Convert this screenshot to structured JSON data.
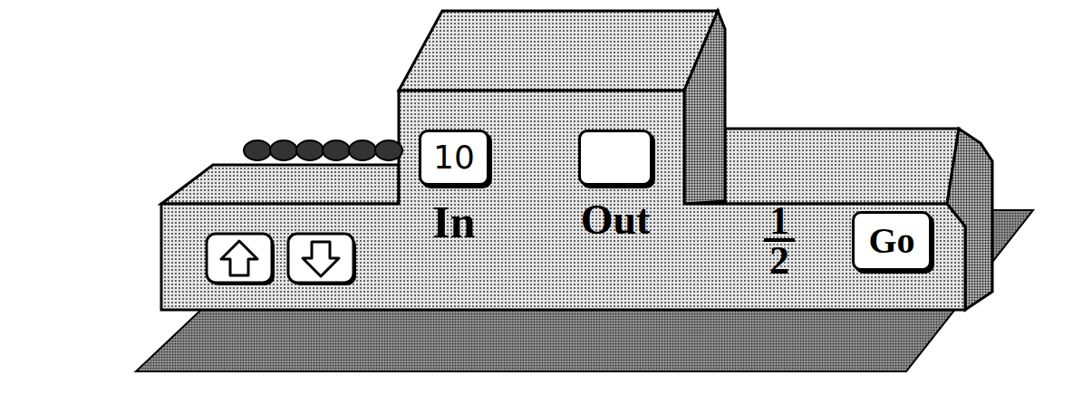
{
  "diagram": {
    "nodes": [
      {
        "text": [
          "10",
          "In"
        ]
      },
      {
        "text": [
          "Out"
        ]
      },
      {
        "text": [
          "Go"
        ]
      }
    ],
    "labels": [
      "1",
      "2"
    ]
  }
}
